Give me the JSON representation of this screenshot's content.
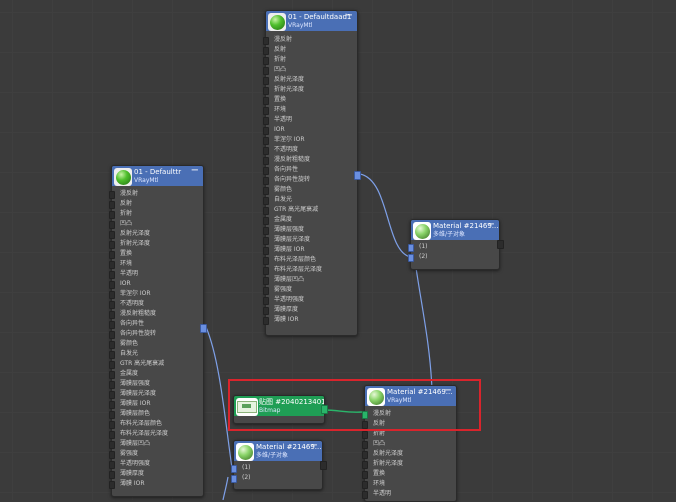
{
  "nodes": {
    "top": {
      "title": "01 - Defaultdaad1",
      "subtitle": "VRayMtl",
      "slots": [
        "漫反射",
        "反射",
        "折射",
        "凹凸",
        "反射光泽度",
        "折射光泽度",
        "置换",
        "环境",
        "半透明",
        "IOR",
        "菲涅尔 IOR",
        "不透明度",
        "漫反射粗糙度",
        "各向异性",
        "各向异性旋转",
        "雾颜色",
        "自发光",
        "GTR 高光尾衰减",
        "金属度",
        "薄膜层强度",
        "薄膜层光泽度",
        "薄膜层 IOR",
        "布料光泽层颜色",
        "布料光泽层光泽度",
        "薄膜层凹凸",
        "雾强度",
        "半透明强度",
        "薄膜厚度",
        "薄膜 IOR"
      ]
    },
    "left": {
      "title": "01 - Defaulttr",
      "subtitle": "VRayMtl",
      "slots": [
        "漫反射",
        "反射",
        "折射",
        "凹凸",
        "反射光泽度",
        "折射光泽度",
        "置换",
        "环境",
        "半透明",
        "IOR",
        "菲涅尔 IOR",
        "不透明度",
        "漫反射粗糙度",
        "各向异性",
        "各向异性旋转",
        "雾颜色",
        "自发光",
        "GTR 高光尾衰减",
        "金属度",
        "薄膜层强度",
        "薄膜层光泽度",
        "薄膜层 IOR",
        "薄膜层颜色",
        "布料光泽层颜色",
        "布料光泽层光泽度",
        "薄膜层凹凸",
        "雾强度",
        "半透明强度",
        "薄膜厚度",
        "薄膜 IOR"
      ]
    },
    "multi_right": {
      "title": "Material #21469...",
      "subtitle": "多维/子对象",
      "slots": [
        "(1)",
        "(2)"
      ]
    },
    "bitmap": {
      "title": "贴图 #2040213401 ...",
      "subtitle": "Bitmap"
    },
    "vray_bottom": {
      "title": "Material #21469...",
      "subtitle": "VRayMtl",
      "slots": [
        "漫反射",
        "反射",
        "折射",
        "凹凸",
        "反射光泽度",
        "折射光泽度",
        "置换",
        "环境",
        "半透明"
      ]
    },
    "multi_bottom": {
      "title": "Material #21469...",
      "subtitle": "多维/子对象",
      "slots": [
        "(1)",
        "(2)"
      ]
    }
  },
  "icons": {
    "material_preview": "sphere-preview-icon",
    "bitmap_preview": "billboard-thumbnail-icon",
    "collapse": "minus-icon"
  },
  "colors": {
    "header_blue": "#4a6fb5",
    "header_green": "#1f9e55",
    "wire_blue": "#7ea0e8",
    "wire_green": "#2ab56a",
    "highlight": "#d9242c"
  }
}
